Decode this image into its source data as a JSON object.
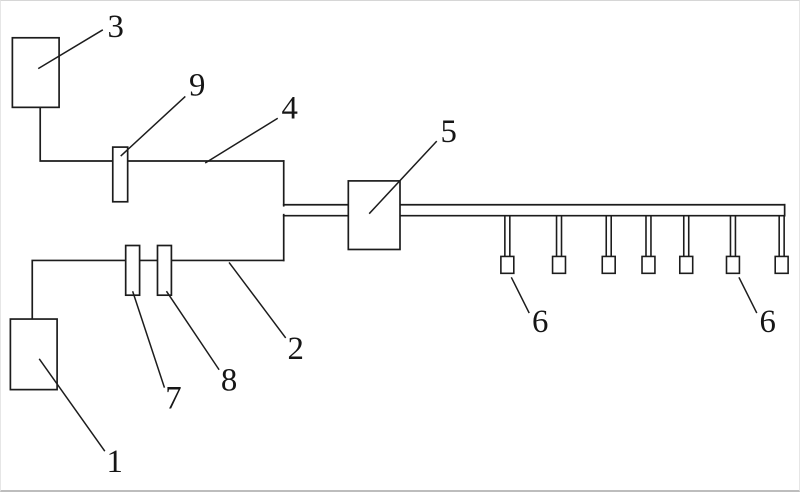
{
  "figure": {
    "type": "schematic-line-drawing",
    "description": "Piping / drip-irrigation system schematic with numbered reference parts",
    "colors": {
      "background": "#ffffff",
      "line": "#1c1c1c"
    },
    "emitters": {
      "count": 7,
      "x_positions": [
        508,
        560,
        610,
        650,
        688,
        735,
        784
      ]
    },
    "labels": {
      "ref_1": "1",
      "ref_2": "2",
      "ref_3": "3",
      "ref_4": "4",
      "ref_5": "5",
      "ref_6_left": "6",
      "ref_6_right": "6",
      "ref_7": "7",
      "ref_8": "8",
      "ref_9": "9"
    }
  }
}
